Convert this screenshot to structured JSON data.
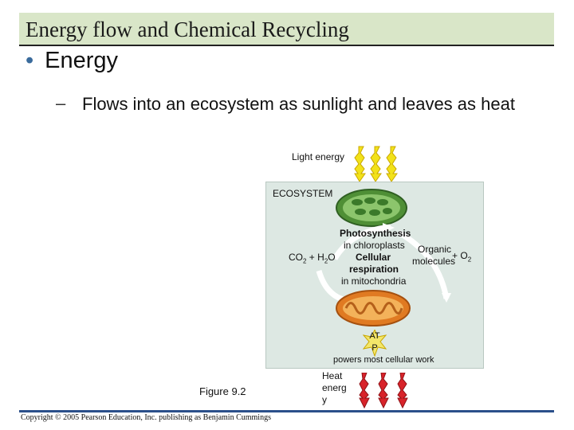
{
  "title": "Energy flow and Chemical Recycling",
  "bullet": "Energy",
  "sub_bullet": "Flows into an ecosystem as sunlight and leaves as heat",
  "diagram": {
    "light_energy": "Light energy",
    "ecosystem": "ECOSYSTEM",
    "photosynthesis": "Photosynthesis",
    "in_chloroplasts": "in chloroplasts",
    "co2": "CO",
    "co2_sub": "2",
    "plus_h2o": "+ H",
    "h2o_sub": "2",
    "h2o_o": "O",
    "organic": "Organic",
    "molecules": "molecules",
    "plus_o2": "+ O",
    "o2_sub": "2",
    "cellular": "Cellular",
    "respiration": "respiration",
    "in_mitochondria": "in mitochondria",
    "atp_line1": "AT",
    "atp_line2": "P",
    "powers": "powers most cellular work",
    "heat_line1": "Heat",
    "heat_line2": "energ",
    "heat_line3": "y",
    "colors": {
      "ecosystem_bg": "#dde8e3",
      "light_arrow": "#f2e21a",
      "heat_arrow": "#d8232a",
      "chloroplast": "#5aa041",
      "mitochondrion": "#e8862a"
    }
  },
  "figure_label": "Figure 9.2",
  "copyright": "Copyright © 2005 Pearson Education, Inc. publishing as Benjamin Cummings"
}
